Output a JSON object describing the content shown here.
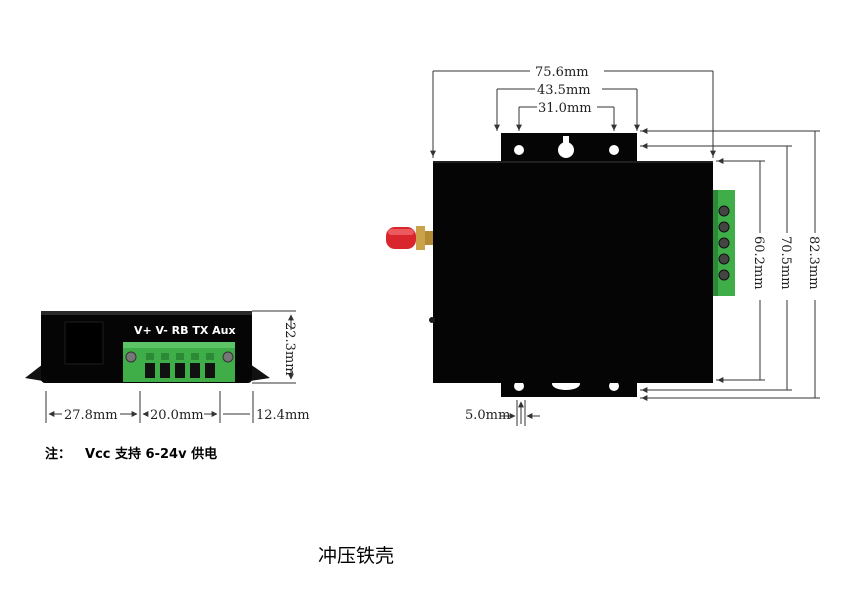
{
  "front_view": {
    "pin_labels": "V+ V- RB TX Aux",
    "height_dim": "22.3mm",
    "dim_left": "27.8mm",
    "dim_mid": "20.0mm",
    "dim_right": "12.4mm"
  },
  "top_view": {
    "dim_overall_width": "75.6mm",
    "dim_mount_outer": "43.5mm",
    "dim_mount_inner": "31.0mm",
    "dim_height_body": "60.2mm",
    "dim_height_mid": "70.5mm",
    "dim_height_overall": "82.3mm",
    "dim_tab_offset": "5.0mm"
  },
  "note": {
    "label": "注：",
    "text": "Vcc 支持 6-24v 供电"
  },
  "caption": "冲压铁壳",
  "colors": {
    "body": "#050505",
    "terminal": "#3fae49",
    "antenna_cap": "#d8262c",
    "antenna_brass": "#c9a24a",
    "dim_line": "#333333"
  }
}
